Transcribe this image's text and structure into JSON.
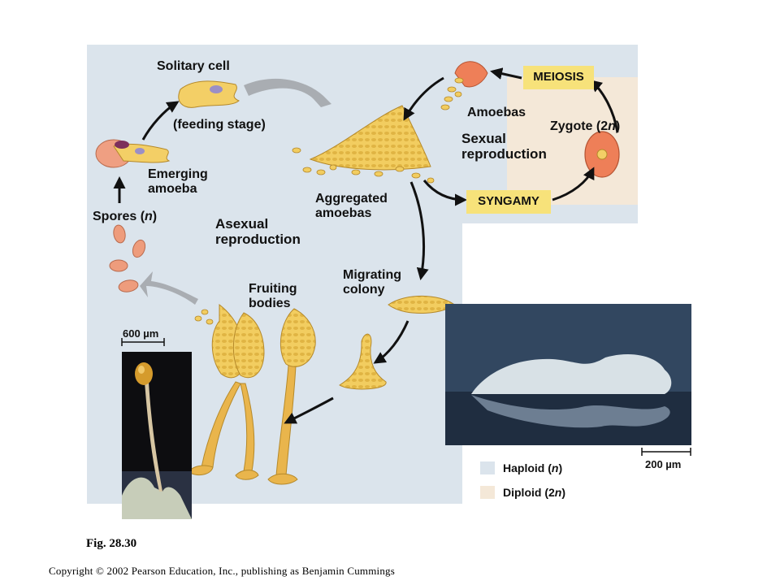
{
  "labels": {
    "solitary_cell": "Solitary cell",
    "feeding_stage": "(feeding stage)",
    "emerging_amoeba": [
      "Emerging",
      "amoeba"
    ],
    "spores": "Spores (",
    "spores_n": "n",
    "spores_close": ")",
    "aggregated_amoebas": [
      "Aggregated",
      "amoebas"
    ],
    "asexual_reproduction": [
      "Asexual",
      "reproduction"
    ],
    "migrating_colony": [
      "Migrating",
      "colony"
    ],
    "fruiting_bodies": [
      "Fruiting",
      "bodies"
    ],
    "amoebas": "Amoebas",
    "sexual_reproduction": [
      "Sexual",
      "reproduction"
    ],
    "zygote": "Zygote (2",
    "zygote_n": "n",
    "zygote_close": ")",
    "meiosis": "MEIOSIS",
    "syngamy": "SYNGAMY"
  },
  "scales": {
    "photo_left": "600 µm",
    "photo_right": "200 µm"
  },
  "legend": {
    "haploid": "Haploid (",
    "haploid_n": "n",
    "haploid_close": ")",
    "diploid": "Diploid (2",
    "diploid_n": "n",
    "diploid_close": ")"
  },
  "colors": {
    "haploid": "#dbe4ec",
    "diploid": "#f4e8d8",
    "cell_yellow": "#f3cf66",
    "spore_orange": "#ee9c7c",
    "label_box": "#f7e27a"
  },
  "figure_label": "Fig. 28.30",
  "copyright": "Copyright © 2002 Pearson Education, Inc., publishing as Benjamin Cummings"
}
